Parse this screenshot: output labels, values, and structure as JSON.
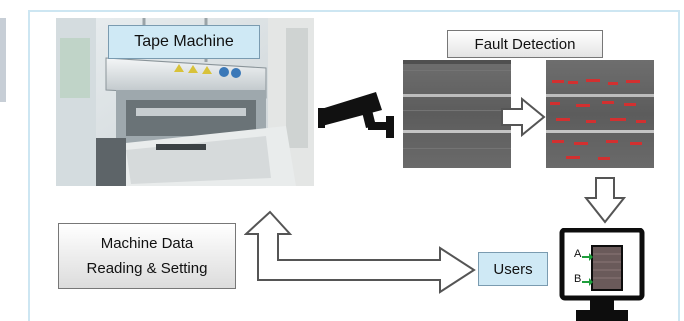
{
  "labels": {
    "tape_machine": "Tape Machine",
    "fault_detection": "Fault Detection",
    "machine_data_line1": "Machine Data",
    "machine_data_line2": "Reading & Setting",
    "users": "Users",
    "marker_a": "A",
    "marker_b": "B"
  },
  "colors": {
    "panel_border": "#cde6f2",
    "label_fill": "#cfe9f5",
    "defect_marks": "#d23030",
    "arrow_fill": "#ffffff",
    "arrow_stroke": "#555555"
  },
  "icons": [
    "security-camera-icon",
    "monitor-icon",
    "right-arrow-icon",
    "down-arrow-icon",
    "double-arrow-icon"
  ]
}
